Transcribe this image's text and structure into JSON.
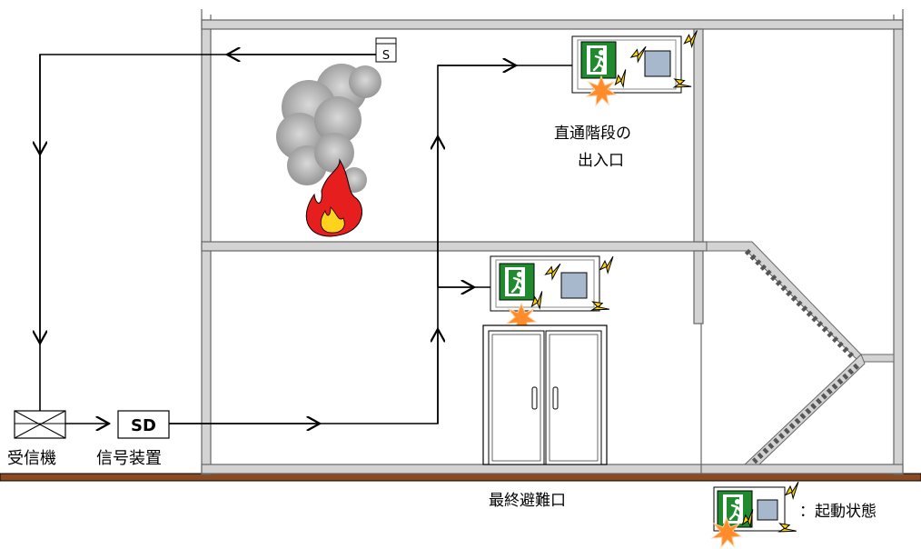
{
  "labels": {
    "receiver": "受信機",
    "signal_device": "信号装置",
    "sd_box": "SD",
    "detector": "S",
    "stair_exit_line1": "直通階段の",
    "stair_exit_line2": "出入口",
    "final_exit": "最終避難口",
    "legend": "：起動状態"
  },
  "colors": {
    "wall_fill": "#d3d3d3",
    "wall_stroke": "#666666",
    "ground": "#8b4a22",
    "exit_sign_green": "#1f8a2e",
    "strobe_box": "#a8b8cc",
    "lightning": "#ffd200",
    "flash": "#ff8c2a",
    "fire_red": "#e61e1e",
    "fire_yellow": "#ffd21e",
    "smoke": "#9a9a9a",
    "signal_line": "#000000"
  },
  "icons": [
    "exit-sign-icon",
    "strobe-icon",
    "lightning-icon",
    "flash-icon",
    "fire-icon",
    "smoke-icon",
    "smoke-detector-icon",
    "receiver-icon",
    "door-icon"
  ]
}
